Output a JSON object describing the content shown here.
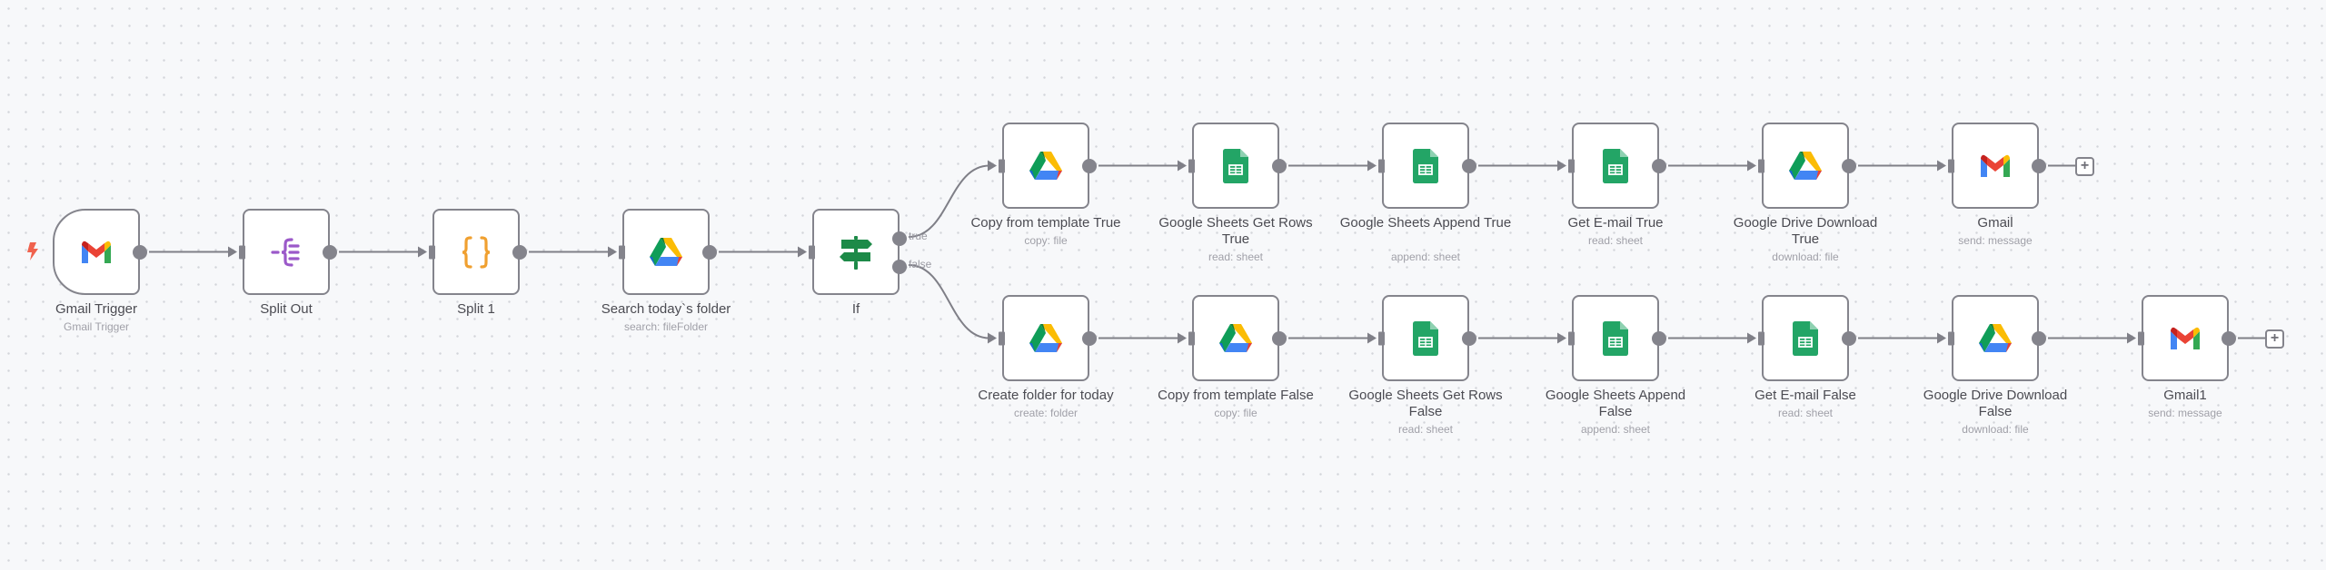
{
  "canvas": {
    "trigger_indicator": "lightning-bolt-icon"
  },
  "nodes": [
    {
      "id": "gmail_trigger",
      "label": "Gmail Trigger",
      "subtitle": "Gmail Trigger",
      "icon": "gmail-icon",
      "row": "main",
      "col": 0,
      "trigger": true
    },
    {
      "id": "split_out",
      "label": "Split Out",
      "subtitle": "",
      "icon": "split-out-icon",
      "row": "main",
      "col": 1
    },
    {
      "id": "split_1",
      "label": "Split 1",
      "subtitle": "",
      "icon": "code-braces-icon",
      "row": "main",
      "col": 2
    },
    {
      "id": "search_folder",
      "label": "Search today`s folder",
      "subtitle": "search: fileFolder",
      "icon": "google-drive-icon",
      "row": "main",
      "col": 3
    },
    {
      "id": "if",
      "label": "If",
      "subtitle": "",
      "icon": "signpost-icon",
      "row": "main",
      "col": 4,
      "outputs": [
        "true",
        "false"
      ]
    },
    {
      "id": "copy_template_true",
      "label": "Copy from template True",
      "subtitle": "copy: file",
      "icon": "google-drive-icon",
      "row": "top",
      "col": 5
    },
    {
      "id": "gs_get_rows_true",
      "label": "Google Sheets Get Rows True",
      "subtitle": "read: sheet",
      "icon": "google-sheets-icon",
      "row": "top",
      "col": 6
    },
    {
      "id": "gs_append_true",
      "label": "Google Sheets Append True",
      "subtitle": "append: sheet",
      "icon": "google-sheets-icon",
      "row": "top",
      "col": 7
    },
    {
      "id": "get_email_true",
      "label": "Get E-mail True",
      "subtitle": "read: sheet",
      "icon": "google-sheets-icon",
      "row": "top",
      "col": 8
    },
    {
      "id": "gd_download_true",
      "label": "Google Drive Download True",
      "subtitle": "download: file",
      "icon": "google-drive-icon",
      "row": "top",
      "col": 9
    },
    {
      "id": "gmail",
      "label": "Gmail",
      "subtitle": "send: message",
      "icon": "gmail-icon",
      "row": "top",
      "col": 10,
      "end": true
    },
    {
      "id": "create_folder",
      "label": "Create folder for today",
      "subtitle": "create: folder",
      "icon": "google-drive-icon",
      "row": "bottom",
      "col": 5
    },
    {
      "id": "copy_template_false",
      "label": "Copy from template False",
      "subtitle": "copy: file",
      "icon": "google-drive-icon",
      "row": "bottom",
      "col": 6
    },
    {
      "id": "gs_get_rows_false",
      "label": "Google Sheets Get Rows False",
      "subtitle": "read: sheet",
      "icon": "google-sheets-icon",
      "row": "bottom",
      "col": 7
    },
    {
      "id": "gs_append_false",
      "label": "Google Sheets Append False",
      "subtitle": "append: sheet",
      "icon": "google-sheets-icon",
      "row": "bottom",
      "col": 8
    },
    {
      "id": "get_email_false",
      "label": "Get E-mail False",
      "subtitle": "read: sheet",
      "icon": "google-sheets-icon",
      "row": "bottom",
      "col": 9
    },
    {
      "id": "gd_download_false",
      "label": "Google Drive Download False",
      "subtitle": "download: file",
      "icon": "google-drive-icon",
      "row": "bottom",
      "col": 10
    },
    {
      "id": "gmail1",
      "label": "Gmail1",
      "subtitle": "send: message",
      "icon": "gmail-icon",
      "row": "bottom",
      "col": 11,
      "end": true
    }
  ],
  "connections": [
    {
      "from": "gmail_trigger",
      "to": "split_out"
    },
    {
      "from": "split_out",
      "to": "split_1"
    },
    {
      "from": "split_1",
      "to": "search_folder"
    },
    {
      "from": "search_folder",
      "to": "if"
    },
    {
      "from": "if",
      "output": "true",
      "to": "copy_template_true"
    },
    {
      "from": "if",
      "output": "false",
      "to": "create_folder"
    },
    {
      "from": "copy_template_true",
      "to": "gs_get_rows_true"
    },
    {
      "from": "gs_get_rows_true",
      "to": "gs_append_true"
    },
    {
      "from": "gs_append_true",
      "to": "get_email_true"
    },
    {
      "from": "get_email_true",
      "to": "gd_download_true"
    },
    {
      "from": "gd_download_true",
      "to": "gmail"
    },
    {
      "from": "create_folder",
      "to": "copy_template_false"
    },
    {
      "from": "copy_template_false",
      "to": "gs_get_rows_false"
    },
    {
      "from": "gs_get_rows_false",
      "to": "gs_append_false"
    },
    {
      "from": "gs_append_false",
      "to": "get_email_false"
    },
    {
      "from": "get_email_false",
      "to": "gd_download_false"
    },
    {
      "from": "gd_download_false",
      "to": "gmail1"
    }
  ],
  "branch_labels": {
    "true": "true",
    "false": "false"
  },
  "add_button_label": "+",
  "colors": {
    "edge": "#7f7f87",
    "trigger_bolt": "#f0624d",
    "split_out": "#9b59c9",
    "code": "#f0a030",
    "if_green": "#1d8a48",
    "sheets_green": "#23a566"
  }
}
